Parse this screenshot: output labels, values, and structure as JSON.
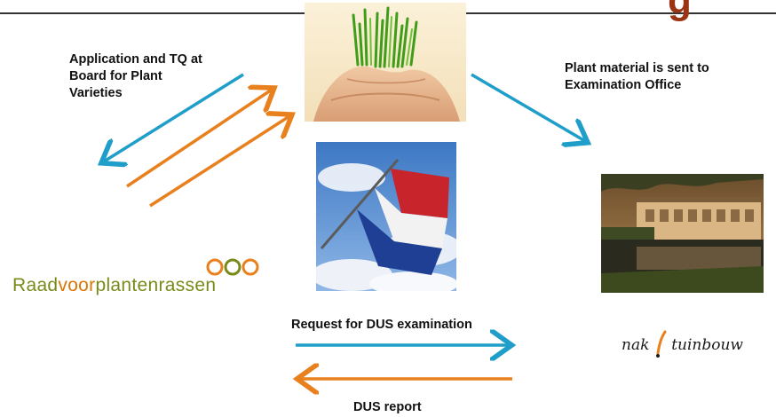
{
  "labels": {
    "application": "Application and TQ at\nBoard for Plant\nVarieties",
    "plant_material": "Plant material is sent to\nExamination Office",
    "request": "Request for DUS examination",
    "report": "DUS report"
  },
  "logos": {
    "rvp_part1": "Raad",
    "rvp_part2": "voor",
    "rvp_part3": "plantenrassen",
    "nak_part1": "nak",
    "nak_part2": "tuinbouw"
  },
  "colors": {
    "blue_arrow": "#1f9ec9",
    "orange_arrow": "#e8801e"
  }
}
